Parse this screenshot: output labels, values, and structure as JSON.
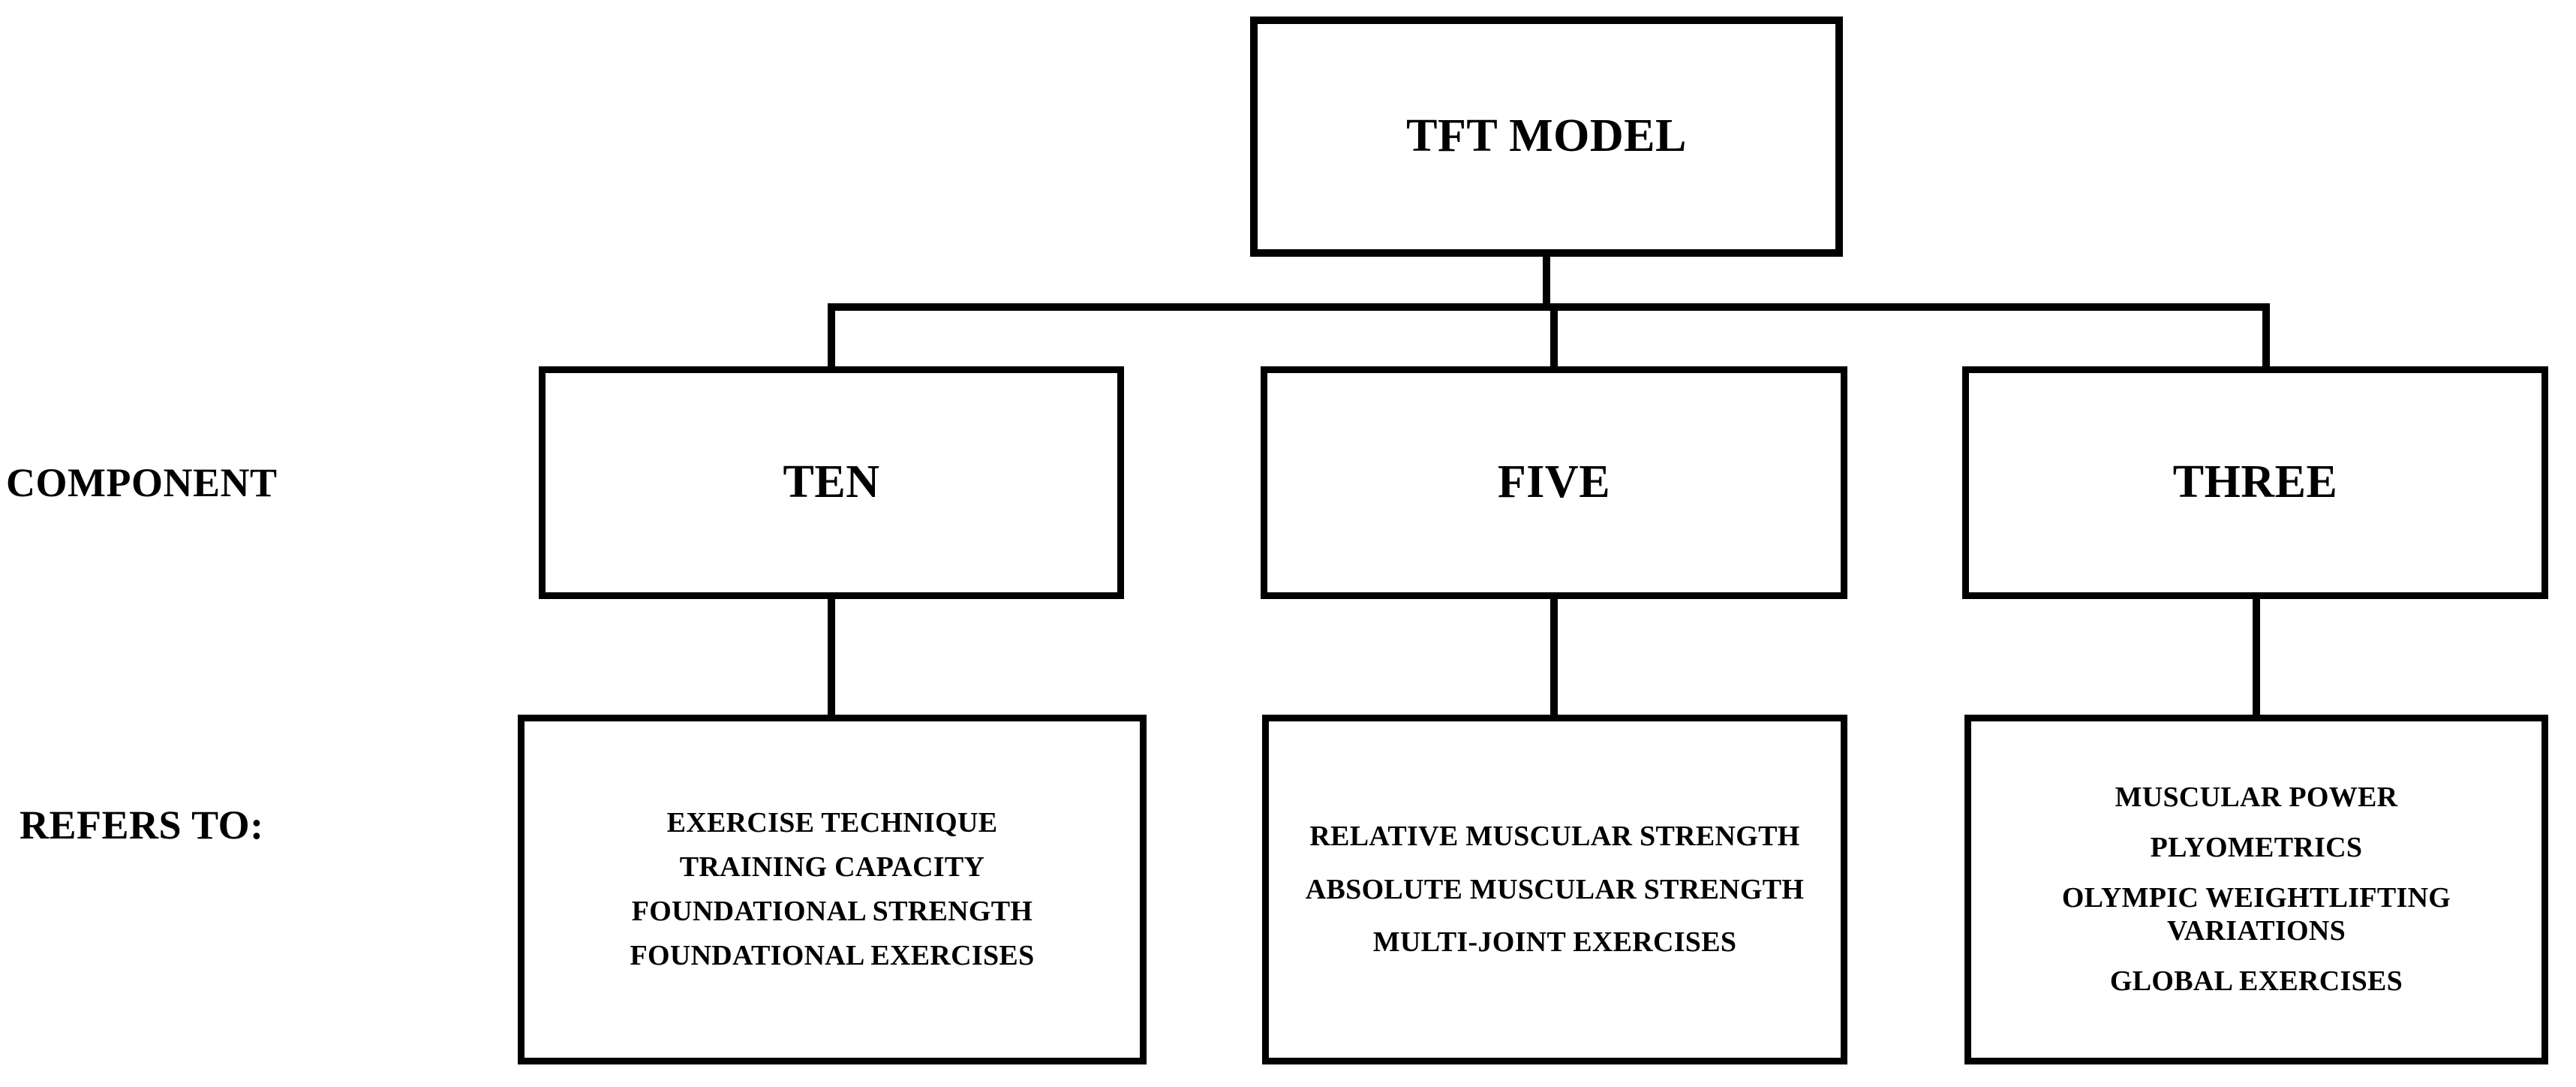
{
  "diagram": {
    "root": {
      "label": "TFT MODEL"
    },
    "row_labels": {
      "component": "COMPONENT",
      "refers_to": "REFERS TO:"
    },
    "columns": [
      {
        "component": "TEN",
        "refers_to": [
          "EXERCISE TECHNIQUE",
          "TRAINING CAPACITY",
          "FOUNDATIONAL STRENGTH",
          "FOUNDATIONAL EXERCISES"
        ]
      },
      {
        "component": "FIVE",
        "refers_to": [
          "RELATIVE MUSCULAR STRENGTH",
          "ABSOLUTE MUSCULAR STRENGTH",
          "MULTI-JOINT EXERCISES"
        ]
      },
      {
        "component": "THREE",
        "refers_to": [
          "MUSCULAR POWER",
          "PLYOMETRICS",
          "OLYMPIC WEIGHTLIFTING VARIATIONS",
          "GLOBAL EXERCISES"
        ]
      }
    ],
    "colors": {
      "background": "#ffffff",
      "stroke": "#000000",
      "text": "#000000"
    }
  }
}
